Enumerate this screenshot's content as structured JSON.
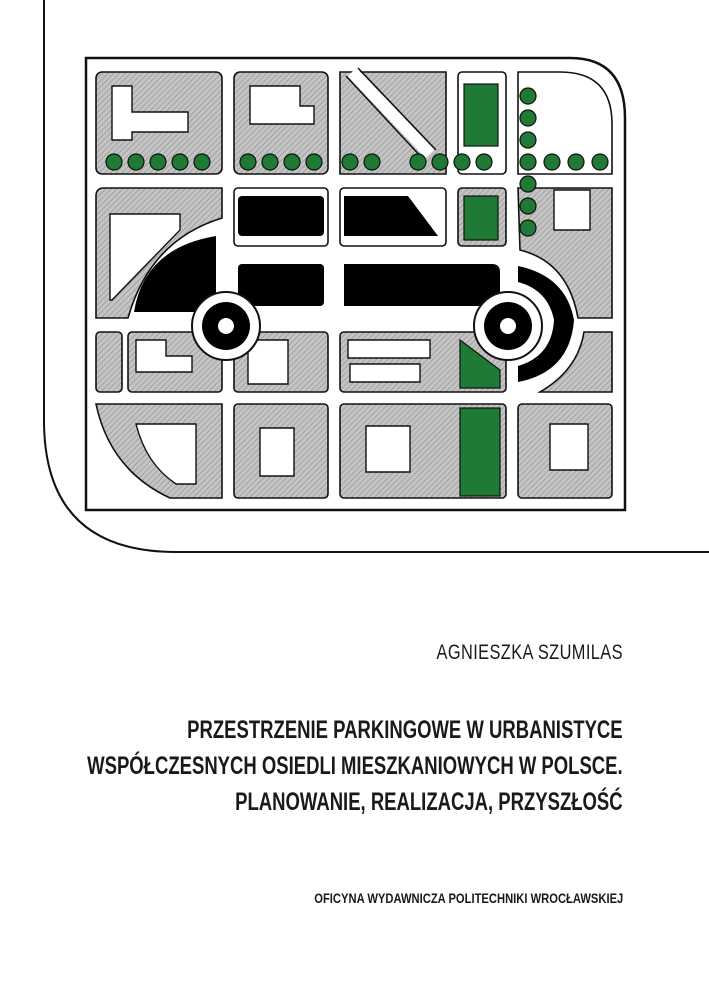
{
  "book": {
    "author": "AGNIESZKA SZUMILAS",
    "title_lines": [
      "PRZESTRZENIE PARKINGOWE W URBANISTYCE",
      "WSPÓŁCZESNYCH OSIEDLI MIESZKANIOWYCH W POLSCE.",
      "PLANOWANIE, REALIZACJA, PRZYSZŁOŚĆ"
    ],
    "publisher": "OFICYNA WYDAWNICZA POLITECHNIKI WROCŁAWSKIEJ"
  },
  "colors": {
    "background": "#ffffff",
    "text": "#1a1a1a",
    "block_fill": "#bdbdbd",
    "building_fill": "#ffffff",
    "parking_fill": "#000000",
    "green": "#1e7a34",
    "outline": "#111111"
  },
  "icons": [
    "housing-estate-plan-illustration",
    "tree-icon",
    "roundabout-icon",
    "car-silhouette"
  ]
}
